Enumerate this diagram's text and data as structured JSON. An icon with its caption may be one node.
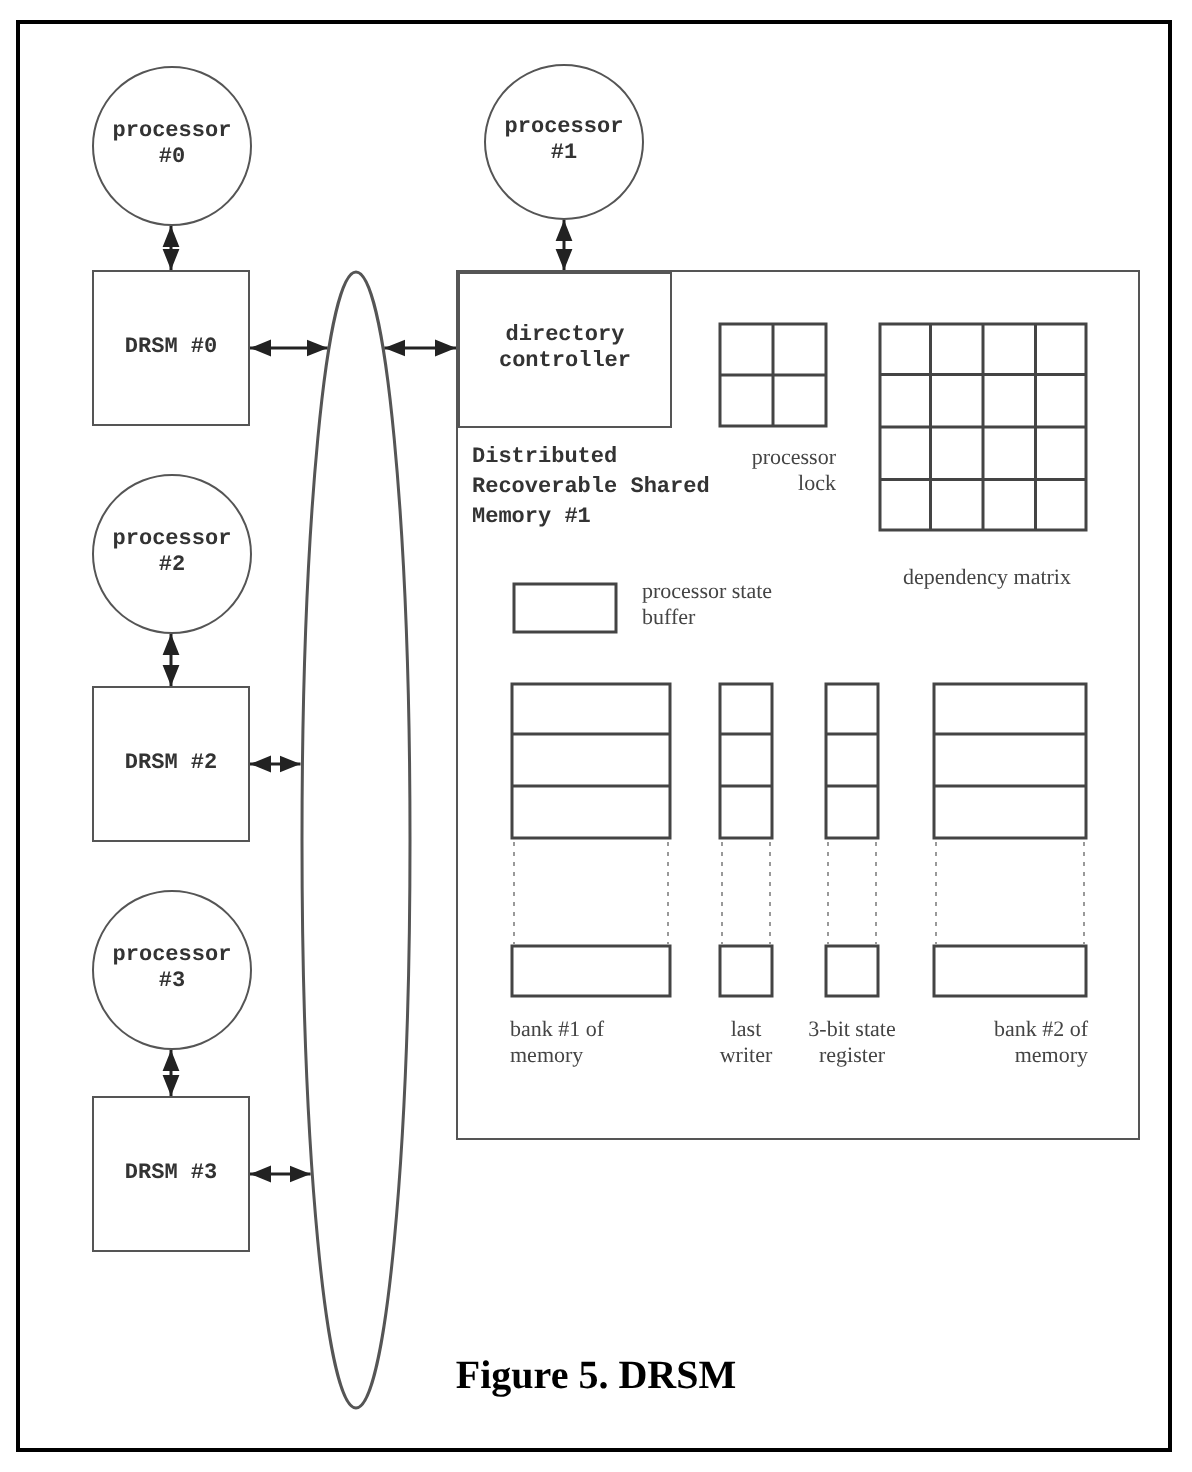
{
  "diagram": {
    "caption": "Figure 5.  DRSM",
    "nodes": [
      {
        "text": [
          "processor #0"
        ]
      },
      {
        "text": [
          "processor #1"
        ]
      },
      {
        "text": [
          "DRSM #0"
        ]
      },
      {
        "text": [],
        "shape": "ellipse"
      },
      {
        "text": [
          "Distributed Recoverable Shared Memory #1"
        ]
      },
      {
        "text": [
          "directory controller"
        ],
        "in": 4
      },
      {
        "text": [],
        "shape": "box",
        "beside": [
          "processor lock"
        ],
        "in": 4
      },
      {
        "text": [],
        "shape": "box",
        "beside": [
          "dependency matrix"
        ],
        "in": 4
      },
      {
        "text": [],
        "shape": "box",
        "beside": [
          "processor state buffer"
        ],
        "in": 4
      },
      {
        "text": [],
        "shape": "box",
        "beside": [
          "bank #1 of memory"
        ],
        "in": 4
      },
      {
        "text": [],
        "shape": "box",
        "beside": [
          "last writer"
        ],
        "in": 4
      },
      {
        "text": [],
        "shape": "box",
        "beside": [
          "3-bit state register"
        ],
        "in": 4
      },
      {
        "text": [],
        "shape": "box",
        "beside": [
          "bank #2 of memory"
        ],
        "in": 4
      },
      {
        "text": [
          "processor #2"
        ]
      },
      {
        "text": [
          "DRSM #2"
        ]
      },
      {
        "text": [
          "processor #3"
        ]
      },
      {
        "text": [
          "DRSM #3"
        ]
      }
    ],
    "edges": [
      {
        "from": 0,
        "to": 2,
        "arrow": "both"
      },
      {
        "from": 1,
        "to": 5,
        "arrow": "both"
      },
      {
        "from": 2,
        "to": 3,
        "arrow": "both"
      },
      {
        "from": 3,
        "to": 5,
        "arrow": "both"
      },
      {
        "from": 13,
        "to": 14,
        "arrow": "both"
      },
      {
        "from": 14,
        "to": 3,
        "arrow": "both"
      },
      {
        "from": 15,
        "to": 16,
        "arrow": "both"
      },
      {
        "from": 16,
        "to": 3,
        "arrow": "both"
      }
    ]
  }
}
